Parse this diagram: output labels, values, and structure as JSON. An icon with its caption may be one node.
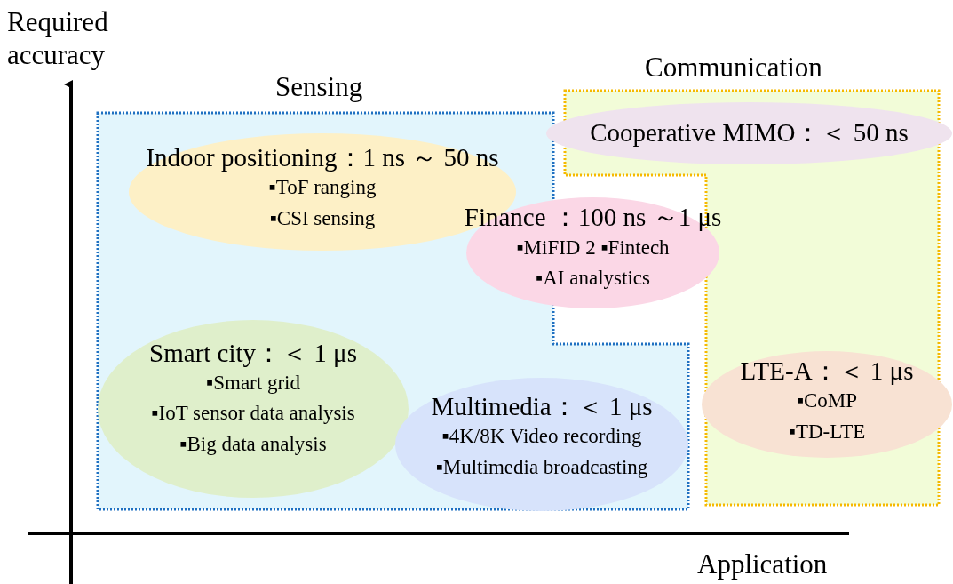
{
  "diagram": {
    "nodes": [
      {
        "text": [
          "Sensing"
        ]
      },
      {
        "text": [
          "Indoor positioning：1 ns ～ 50 ns",
          "▪ToF ranging",
          "▪CSI sensing"
        ],
        "in": 0
      },
      {
        "text": [
          "Smart city：＜ 1 μs",
          "▪Smart grid",
          "▪IoT sensor data analysis",
          "▪Big data analysis"
        ],
        "in": 0
      },
      {
        "text": [
          "Multimedia：＜ 1 μs",
          "▪4K/8K Video recording",
          "▪Multimedia broadcasting"
        ],
        "in": 0
      },
      {
        "text": [
          "Communication"
        ]
      },
      {
        "text": [
          "Cooperative MIMO：＜ 50 ns"
        ]
      },
      {
        "text": [
          "Finance ：100 ns ～1 μs",
          "▪MiFID 2 ▪Fintech",
          "▪AI analystics"
        ]
      },
      {
        "text": [
          "LTE-A：＜ 1 μs",
          "▪CoMP",
          "▪TD-LTE"
        ],
        "in": 4
      }
    ],
    "labels": [
      "Required accuracy",
      "Application"
    ]
  }
}
